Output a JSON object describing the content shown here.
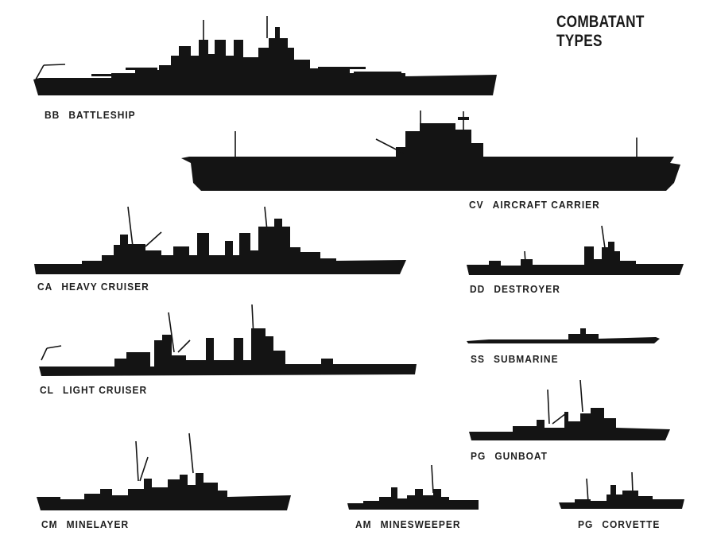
{
  "title": "COMBATANT TYPES",
  "colors": {
    "background": "#ffffff",
    "silhouette": "#141414",
    "text": "#1e1e1e"
  },
  "ships": [
    {
      "code": "BB",
      "name": "BATTLESHIP"
    },
    {
      "code": "CV",
      "name": "AIRCRAFT CARRIER"
    },
    {
      "code": "CA",
      "name": "HEAVY CRUISER"
    },
    {
      "code": "DD",
      "name": "DESTROYER"
    },
    {
      "code": "SS",
      "name": "SUBMARINE"
    },
    {
      "code": "CL",
      "name": "LIGHT CRUISER"
    },
    {
      "code": "PG",
      "name": "GUNBOAT"
    },
    {
      "code": "CM",
      "name": "MINELAYER"
    },
    {
      "code": "AM",
      "name": "MINESWEEPER"
    },
    {
      "code": "PG",
      "name": "CORVETTE"
    }
  ]
}
